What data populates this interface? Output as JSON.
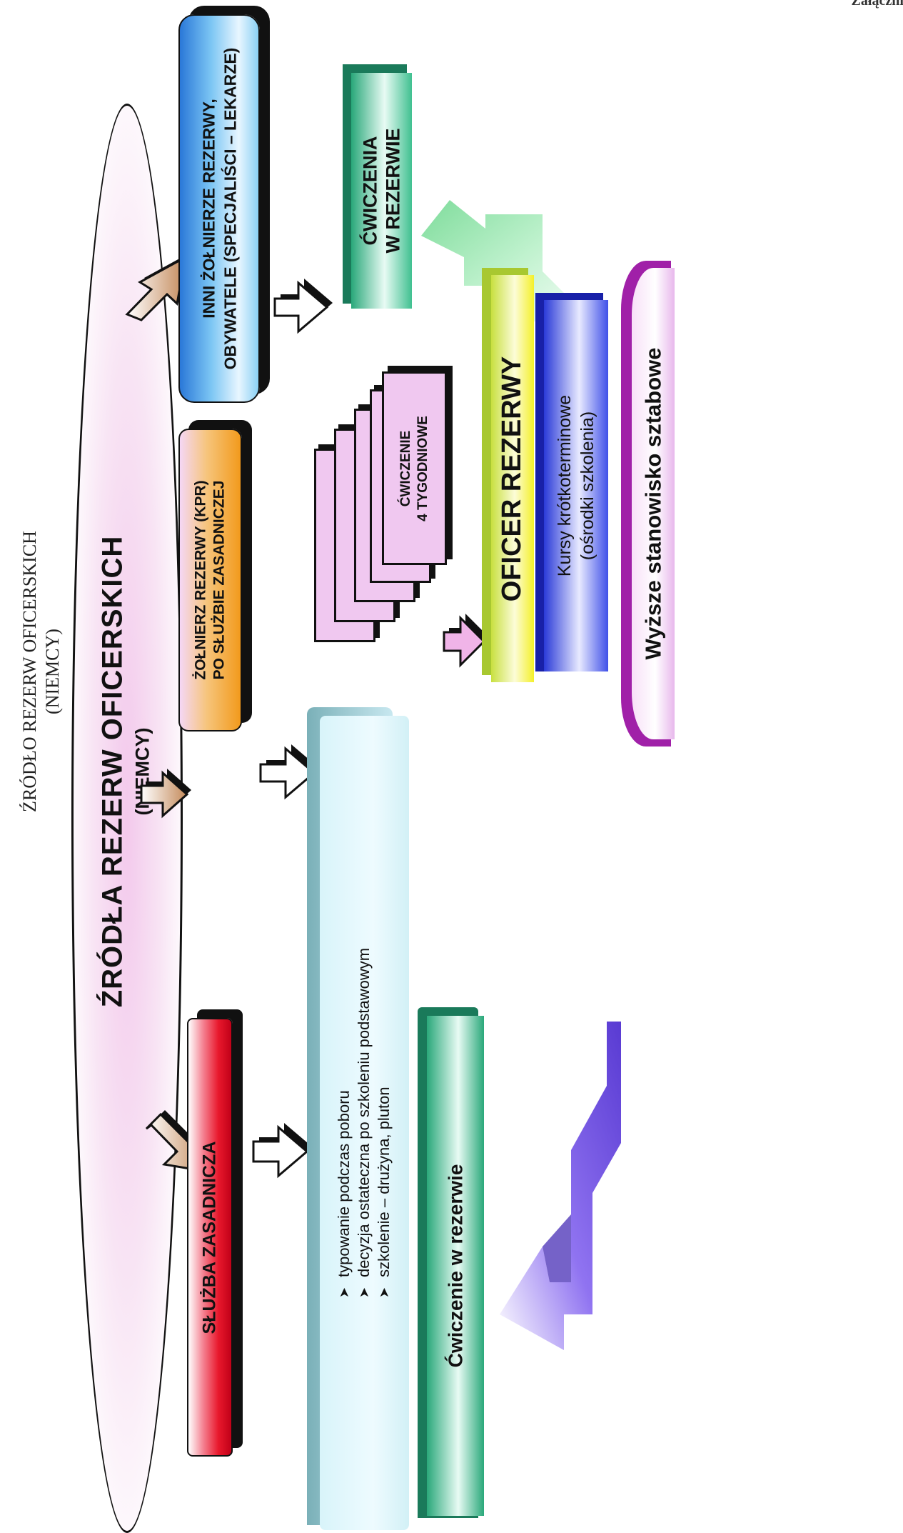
{
  "corner_text": "Załącznik",
  "page_title": {
    "line1": "ŹRÓDŁO REZERW OFICERSKICH",
    "line2": "(NIEMCY)"
  },
  "ellipse": {
    "title": "ŹRÓDŁA REZERW OFICERSKICH",
    "subtitle": "(NIEMCY)"
  },
  "sources": [
    {
      "label": "SŁUŻBA ZASADNICZA"
    },
    {
      "line1": "ŻOŁNIERZ REZERWY (KPR)",
      "line2": "PO SŁUŻBIE ZASADNICZEJ"
    },
    {
      "line1": "INNI ŻOŁNIERZE REZERWY,",
      "line2": "OBYWATELE (SPECJALIŚCI – LEKARZE)"
    }
  ],
  "typing_box": {
    "bullets": [
      "typowanie podczas poboru",
      "decyzja ostateczna po szkoleniu podstawowym",
      "szkolenie – drużyna, pluton"
    ]
  },
  "exercise_left": "Ćwiczenie w rezerwie",
  "exercise_stack": {
    "line1": "ĆWICZENIE",
    "line2": "4 TYGODNIOWE"
  },
  "exercise_right": {
    "line1": "ĆWICZENIA",
    "line2": "W REZERWIE"
  },
  "officer": "OFICER REZERWY",
  "courses": {
    "line1": "Kursy krótkoterminowe",
    "line2": "(ośrodki szkolenia)"
  },
  "staff": "Wyższe stanowisko sztabowe",
  "colors": {
    "red_box": "#e8182c",
    "orange_box": "#f29a1c",
    "blue_box": "#4aa8e8",
    "teal_box": "#2aa87a",
    "pink_box": "#f0c8f0",
    "yellow_box": "#f4f02a",
    "navy_box": "#2a3ad8",
    "purple_box": "#a020a8",
    "violet_arrow": "#6a4ae0",
    "mint_arrow": "#9ee8b8"
  }
}
